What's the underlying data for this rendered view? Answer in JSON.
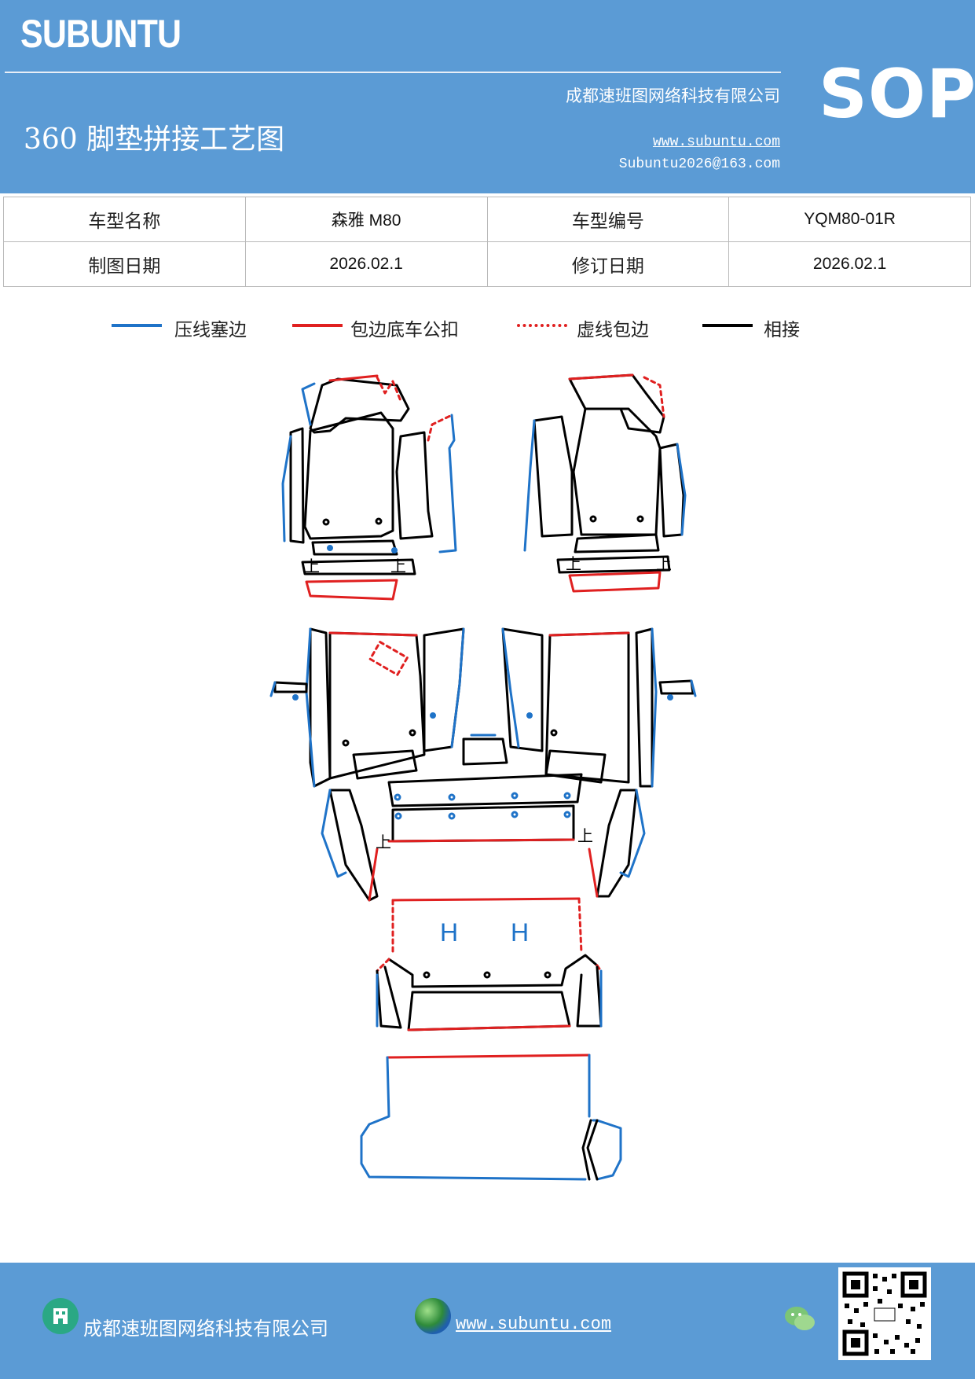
{
  "header": {
    "logo": "SUBUNTU",
    "company": "成都速班图网络科技有限公司",
    "title": "360 脚垫拼接工艺图",
    "website": "www.subuntu.com",
    "email": "Subuntu2026@163.com",
    "badge": "SOP"
  },
  "info_table": {
    "row1": [
      "车型名称",
      "森雅 M80",
      "车型编号",
      "YQM80-01R"
    ],
    "row2": [
      "制图日期",
      "2026.02.1",
      "修订日期",
      "2026.02.1"
    ]
  },
  "legend": [
    {
      "label": "压线塞边",
      "color": "#1f73c8",
      "style": "solid"
    },
    {
      "label": "包边底车公扣",
      "color": "#e02020",
      "style": "solid"
    },
    {
      "label": "虚线包边",
      "color": "#e02020",
      "style": "dotted"
    },
    {
      "label": "相接",
      "color": "#000000",
      "style": "solid"
    }
  ],
  "diagram": {
    "marks": {
      "up": "上",
      "h_left": "H",
      "h_right": "H"
    }
  },
  "footer": {
    "company": "成都速班图网络科技有限公司",
    "website": "www.subuntu.com"
  },
  "colors": {
    "header_bg": "#5b9bd5",
    "blue_line": "#1f73c8",
    "red_line": "#e02020",
    "black_line": "#000000"
  }
}
